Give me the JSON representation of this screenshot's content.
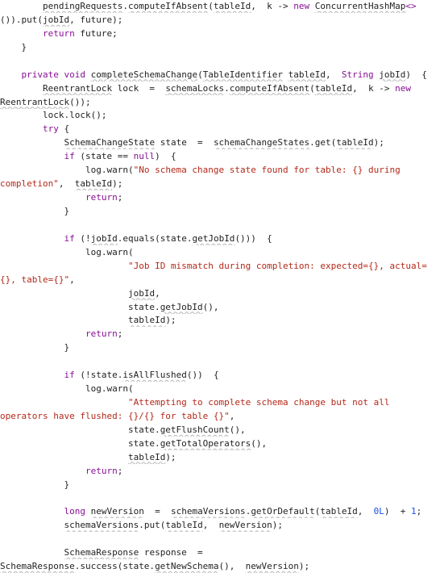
{
  "colors": {
    "background": "#ffffff",
    "text": "#1f1f1f",
    "keyword": "#871094",
    "string": "#b3291a",
    "number": "#1750eb",
    "squiggle": "#b5b5b5"
  },
  "code": {
    "lines": [
      [
        [
          "        ",
          "p"
        ],
        [
          "pendingRequests",
          "u"
        ],
        [
          ".",
          "p"
        ],
        [
          "computeIfAbsent",
          "u"
        ],
        [
          "(",
          "p"
        ],
        [
          "tableId",
          "u"
        ],
        [
          ",  k -> ",
          "p"
        ],
        [
          "new",
          "k"
        ],
        [
          " ",
          "p"
        ],
        [
          "ConcurrentHashMap",
          "u"
        ],
        [
          "<>",
          "k"
        ]
      ],
      [
        [
          "()).put(",
          "p"
        ],
        [
          "jobId",
          "u"
        ],
        [
          ", future);",
          "p"
        ]
      ],
      [
        [
          "        ",
          "p"
        ],
        [
          "return",
          "k"
        ],
        [
          " future;",
          "p"
        ]
      ],
      [
        [
          "    }",
          "p"
        ]
      ],
      [
        [
          "",
          "p"
        ]
      ],
      [
        [
          "    ",
          "p"
        ],
        [
          "private",
          "k"
        ],
        [
          " ",
          "p"
        ],
        [
          "void",
          "k"
        ],
        [
          " ",
          "p"
        ],
        [
          "completeSchemaChange",
          "u"
        ],
        [
          "(",
          "p"
        ],
        [
          "TableIdentifier",
          "u"
        ],
        [
          " ",
          "p"
        ],
        [
          "tableId",
          "u"
        ],
        [
          ",  ",
          "p"
        ],
        [
          "String",
          "k"
        ],
        [
          " ",
          "p"
        ],
        [
          "jobId",
          "u"
        ],
        [
          ")  {",
          "p"
        ]
      ],
      [
        [
          "        ",
          "p"
        ],
        [
          "ReentrantLock",
          "u"
        ],
        [
          " lock  =  ",
          "p"
        ],
        [
          "schemaLocks",
          "u"
        ],
        [
          ".",
          "p"
        ],
        [
          "computeIfAbsent",
          "u"
        ],
        [
          "(",
          "p"
        ],
        [
          "tableId",
          "u"
        ],
        [
          ",  k -> ",
          "p"
        ],
        [
          "new",
          "k"
        ]
      ],
      [
        [
          "ReentrantLock",
          "u"
        ],
        [
          "());",
          "p"
        ]
      ],
      [
        [
          "        lock.lock();",
          "p"
        ]
      ],
      [
        [
          "        ",
          "p"
        ],
        [
          "try",
          "k"
        ],
        [
          " {",
          "p"
        ]
      ],
      [
        [
          "            ",
          "p"
        ],
        [
          "SchemaChangeState",
          "u"
        ],
        [
          " state  =  ",
          "p"
        ],
        [
          "schemaChangeStates",
          "u"
        ],
        [
          ".get(",
          "p"
        ],
        [
          "tableId",
          "u"
        ],
        [
          ");",
          "p"
        ]
      ],
      [
        [
          "            ",
          "p"
        ],
        [
          "if",
          "k"
        ],
        [
          " (state == ",
          "p"
        ],
        [
          "null",
          "k"
        ],
        [
          ")  {",
          "p"
        ]
      ],
      [
        [
          "                log.warn(",
          "p"
        ],
        [
          "\"No schema change state found for table: {} during",
          "s"
        ]
      ],
      [
        [
          "completion\"",
          "s"
        ],
        [
          ",  ",
          "p"
        ],
        [
          "tableId",
          "u"
        ],
        [
          ");",
          "p"
        ]
      ],
      [
        [
          "                ",
          "p"
        ],
        [
          "return",
          "k"
        ],
        [
          ";",
          "p"
        ]
      ],
      [
        [
          "            }",
          "p"
        ]
      ],
      [
        [
          "",
          "p"
        ]
      ],
      [
        [
          "            ",
          "p"
        ],
        [
          "if",
          "k"
        ],
        [
          " (!",
          "p"
        ],
        [
          "jobId",
          "u"
        ],
        [
          ".equals(state.",
          "p"
        ],
        [
          "getJobId",
          "u"
        ],
        [
          "()))  {",
          "p"
        ]
      ],
      [
        [
          "                log.warn(",
          "p"
        ]
      ],
      [
        [
          "                        ",
          "p"
        ],
        [
          "\"Job ID mismatch during completion: expected={}, actual=",
          "s"
        ]
      ],
      [
        [
          "{}, table={}\"",
          "s"
        ],
        [
          ",",
          "p"
        ]
      ],
      [
        [
          "                        ",
          "p"
        ],
        [
          "jobId",
          "u"
        ],
        [
          ",",
          "p"
        ]
      ],
      [
        [
          "                        state.",
          "p"
        ],
        [
          "getJobId",
          "u"
        ],
        [
          "(),",
          "p"
        ]
      ],
      [
        [
          "                        ",
          "p"
        ],
        [
          "tableId",
          "u"
        ],
        [
          ");",
          "p"
        ]
      ],
      [
        [
          "                ",
          "p"
        ],
        [
          "return",
          "k"
        ],
        [
          ";",
          "p"
        ]
      ],
      [
        [
          "            }",
          "p"
        ]
      ],
      [
        [
          "",
          "p"
        ]
      ],
      [
        [
          "            ",
          "p"
        ],
        [
          "if",
          "k"
        ],
        [
          " (!state.",
          "p"
        ],
        [
          "isAllFlushed",
          "u"
        ],
        [
          "())  {",
          "p"
        ]
      ],
      [
        [
          "                log.warn(",
          "p"
        ]
      ],
      [
        [
          "                        ",
          "p"
        ],
        [
          "\"Attempting to complete schema change but not all",
          "s"
        ]
      ],
      [
        [
          "operators have flushed: {}/{} for table {}\"",
          "s"
        ],
        [
          ",",
          "p"
        ]
      ],
      [
        [
          "                        state.",
          "p"
        ],
        [
          "getFlushCount",
          "u"
        ],
        [
          "(),",
          "p"
        ]
      ],
      [
        [
          "                        state.",
          "p"
        ],
        [
          "getTotalOperators",
          "u"
        ],
        [
          "(),",
          "p"
        ]
      ],
      [
        [
          "                        ",
          "p"
        ],
        [
          "tableId",
          "u"
        ],
        [
          ");",
          "p"
        ]
      ],
      [
        [
          "                ",
          "p"
        ],
        [
          "return",
          "k"
        ],
        [
          ";",
          "p"
        ]
      ],
      [
        [
          "            }",
          "p"
        ]
      ],
      [
        [
          "",
          "p"
        ]
      ],
      [
        [
          "            ",
          "p"
        ],
        [
          "long",
          "k"
        ],
        [
          " ",
          "p"
        ],
        [
          "newVersion",
          "u"
        ],
        [
          "  =  ",
          "p"
        ],
        [
          "schemaVersions",
          "u"
        ],
        [
          ".",
          "p"
        ],
        [
          "getOrDefault",
          "u"
        ],
        [
          "(",
          "p"
        ],
        [
          "tableId",
          "u"
        ],
        [
          ",  ",
          "p"
        ],
        [
          "0L",
          "n"
        ],
        [
          ")  + ",
          "p"
        ],
        [
          "1",
          "n"
        ],
        [
          ";",
          "p"
        ]
      ],
      [
        [
          "            ",
          "p"
        ],
        [
          "schemaVersions",
          "u"
        ],
        [
          ".put(",
          "p"
        ],
        [
          "tableId",
          "u"
        ],
        [
          ",  ",
          "p"
        ],
        [
          "newVersion",
          "u"
        ],
        [
          ");",
          "p"
        ]
      ],
      [
        [
          "",
          "p"
        ]
      ],
      [
        [
          "            ",
          "p"
        ],
        [
          "SchemaResponse",
          "u"
        ],
        [
          " response  =",
          "p"
        ]
      ],
      [
        [
          "SchemaResponse",
          "u"
        ],
        [
          ".success(state.",
          "p"
        ],
        [
          "getNewSchema",
          "u"
        ],
        [
          "(),  ",
          "p"
        ],
        [
          "newVersion",
          "u"
        ],
        [
          ");",
          "p"
        ]
      ]
    ]
  }
}
